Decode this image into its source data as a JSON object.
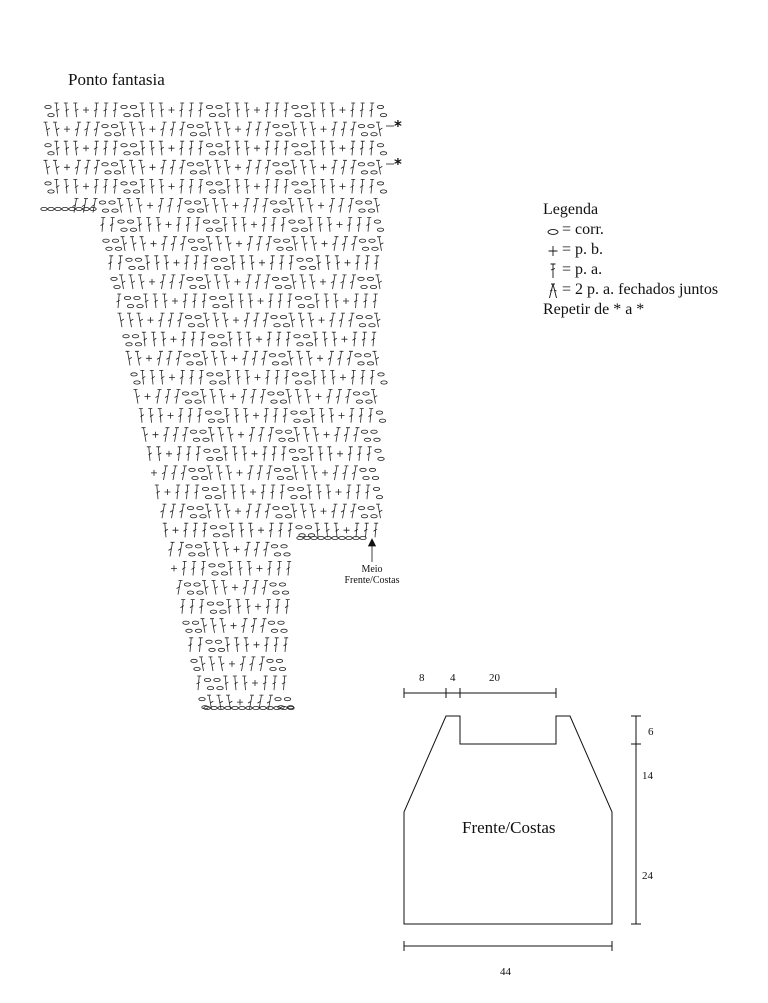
{
  "chart": {
    "title": "Ponto fantasia",
    "repeat_marks": [
      "*",
      "*"
    ],
    "marker_label_line1": "Meio",
    "marker_label_line2": "Frente/Costas"
  },
  "legend": {
    "title": "Legenda",
    "items": [
      {
        "symbol": "chain-stitch-icon",
        "text": "= corr."
      },
      {
        "symbol": "single-crochet-icon",
        "text": "= p. b."
      },
      {
        "symbol": "double-crochet-icon",
        "text": "= p. a."
      },
      {
        "symbol": "dc2tog-icon",
        "text": "= 2 p. a. fechados juntos"
      }
    ],
    "repeat_note": "Repetir de * a *"
  },
  "schematic": {
    "label": "Frente/Costas",
    "dimensions": {
      "top_left": "8",
      "top_mid": "4",
      "top_right": "20",
      "right_top": "6",
      "right_mid": "14",
      "right_bottom": "24",
      "bottom": "44"
    }
  }
}
